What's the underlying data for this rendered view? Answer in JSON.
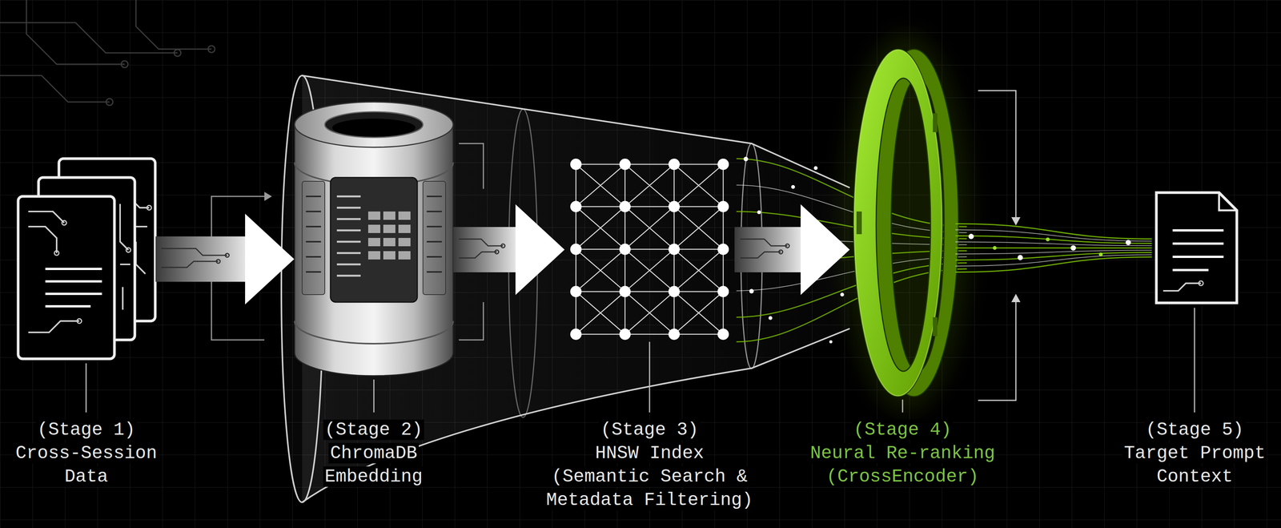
{
  "diagram": {
    "nodes": [
      {
        "text": [
          "(Stage 1)",
          "Cross-Session Data"
        ]
      },
      {
        "text": [
          "(Stage 2)",
          "ChromaDB Embedding"
        ]
      },
      {
        "text": [
          "(Stage 3)",
          "HNSW Index (Semantic Search & Metadata Filtering)"
        ]
      },
      {
        "text": [
          "(Stage 4)",
          "Neural Re-ranking (CrossEncoder)"
        ]
      },
      {
        "text": [
          "(Stage 5)",
          "Target Prompt Context"
        ]
      }
    ],
    "edges": [
      {
        "from": 0,
        "to": 1,
        "arrow": "to"
      },
      {
        "from": 1,
        "to": 2,
        "arrow": "to"
      },
      {
        "from": 2,
        "to": 3,
        "arrow": "to"
      },
      {
        "from": 3,
        "to": 4,
        "arrow": "none"
      }
    ]
  }
}
